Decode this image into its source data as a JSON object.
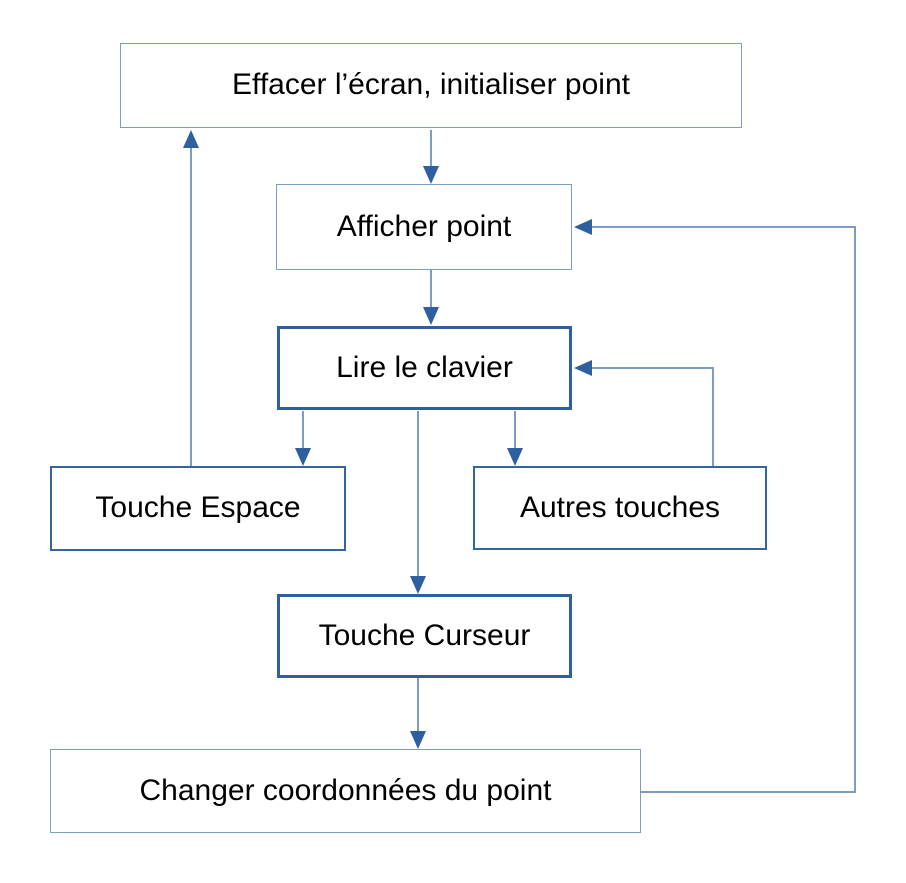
{
  "diagram": {
    "type": "flowchart",
    "language": "fr",
    "nodes": [
      {
        "id": "effacer",
        "label": "Effacer l’écran, initialiser point",
        "border": "light"
      },
      {
        "id": "afficher",
        "label": "Afficher point",
        "border": "light"
      },
      {
        "id": "lire",
        "label": "Lire le clavier",
        "border": "dark"
      },
      {
        "id": "espace",
        "label": "Touche Espace",
        "border": "medium"
      },
      {
        "id": "autres",
        "label": "Autres touches",
        "border": "medium"
      },
      {
        "id": "curseur",
        "label": "Touche Curseur",
        "border": "dark"
      },
      {
        "id": "changer",
        "label": "Changer coordonnées du point",
        "border": "light"
      }
    ],
    "edges": [
      {
        "from": "effacer",
        "to": "afficher",
        "kind": "down-arrow"
      },
      {
        "from": "afficher",
        "to": "lire",
        "kind": "down-arrow"
      },
      {
        "from": "lire",
        "to": "espace",
        "kind": "down-arrow"
      },
      {
        "from": "lire",
        "to": "autres",
        "kind": "down-arrow"
      },
      {
        "from": "lire",
        "to": "curseur",
        "kind": "down-arrow"
      },
      {
        "from": "curseur",
        "to": "changer",
        "kind": "down-arrow"
      },
      {
        "from": "espace",
        "to": "effacer",
        "kind": "loop-up-arrow"
      },
      {
        "from": "autres",
        "to": "lire",
        "kind": "loop-left-arrow"
      },
      {
        "from": "changer",
        "to": "afficher",
        "kind": "loop-right-up-arrow"
      }
    ],
    "colors": {
      "line": "#7e9cc3",
      "arrowhead": "#2e5f9e",
      "border_light": "#7d9dc4",
      "border_medium": "#34659f",
      "border_dark": "#2e5f9e",
      "text": "#000000",
      "background": "#ffffff"
    }
  }
}
